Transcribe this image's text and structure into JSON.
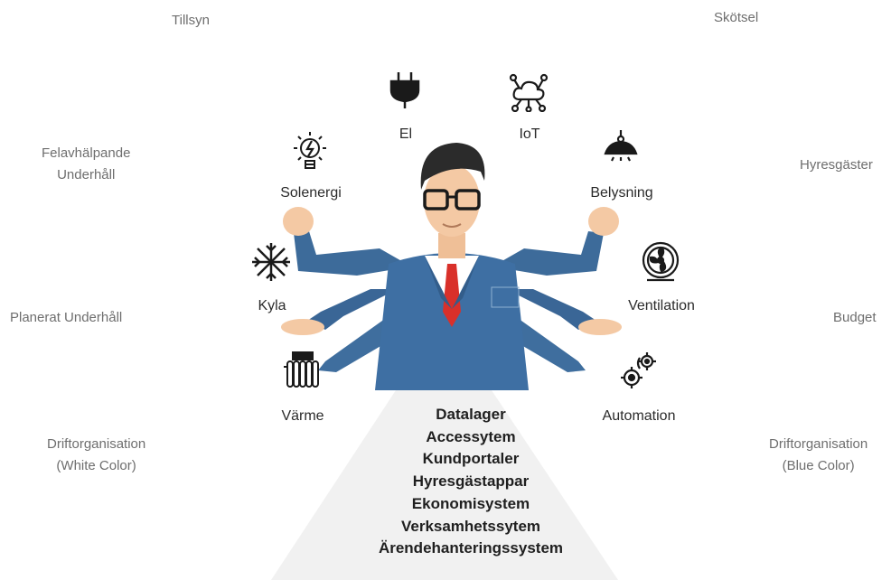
{
  "left_labels": {
    "tillsyn": "Tillsyn",
    "felavhalpande_line1": "Felavhälpande",
    "felavhalpande_line2": "Underhåll",
    "planerat": "Planerat Underhåll",
    "drift_white_line1": "Driftorganisation",
    "drift_white_line2": "(White Color)"
  },
  "right_labels": {
    "skotsel": "Skötsel",
    "hyresgaster": "Hyresgäster",
    "budget": "Budget",
    "drift_blue_line1": "Driftorganisation",
    "drift_blue_line2": "(Blue Color)"
  },
  "icons": {
    "el": "El",
    "iot": "IoT",
    "solenergi": "Solenergi",
    "belysning": "Belysning",
    "kyla": "Kyla",
    "ventilation": "Ventilation",
    "varme": "Värme",
    "automation": "Automation"
  },
  "systems": [
    "Datalager",
    "Accessytem",
    "Kundportaler",
    "Hyresgästappar",
    "Ekonomisystem",
    "Verksamhetssytem",
    "Ärendehanteringssystem"
  ]
}
